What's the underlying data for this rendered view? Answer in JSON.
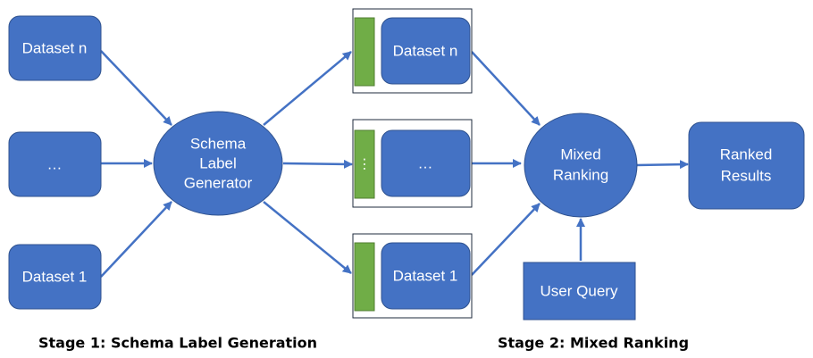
{
  "inputs": {
    "dataset_n": "Dataset n",
    "ellipsis": "…",
    "dataset_1": "Dataset 1"
  },
  "generator": {
    "line1": "Schema",
    "line2": "Label",
    "line3": "Generator"
  },
  "labeled": {
    "dataset_n": "Dataset n",
    "ellipsis": "…",
    "dataset_1": "Dataset 1",
    "tag_ellipsis": "⋮"
  },
  "ranker": {
    "line1": "Mixed",
    "line2": "Ranking"
  },
  "query": {
    "label": "User Query"
  },
  "results": {
    "line1": "Ranked",
    "line2": "Results"
  },
  "captions": {
    "stage1": "Stage 1: Schema Label Generation",
    "stage2": "Stage 2: Mixed Ranking"
  },
  "colors": {
    "node_fill": "#4472C4",
    "tag_fill": "#70AD47",
    "edge": "#4472C4"
  }
}
